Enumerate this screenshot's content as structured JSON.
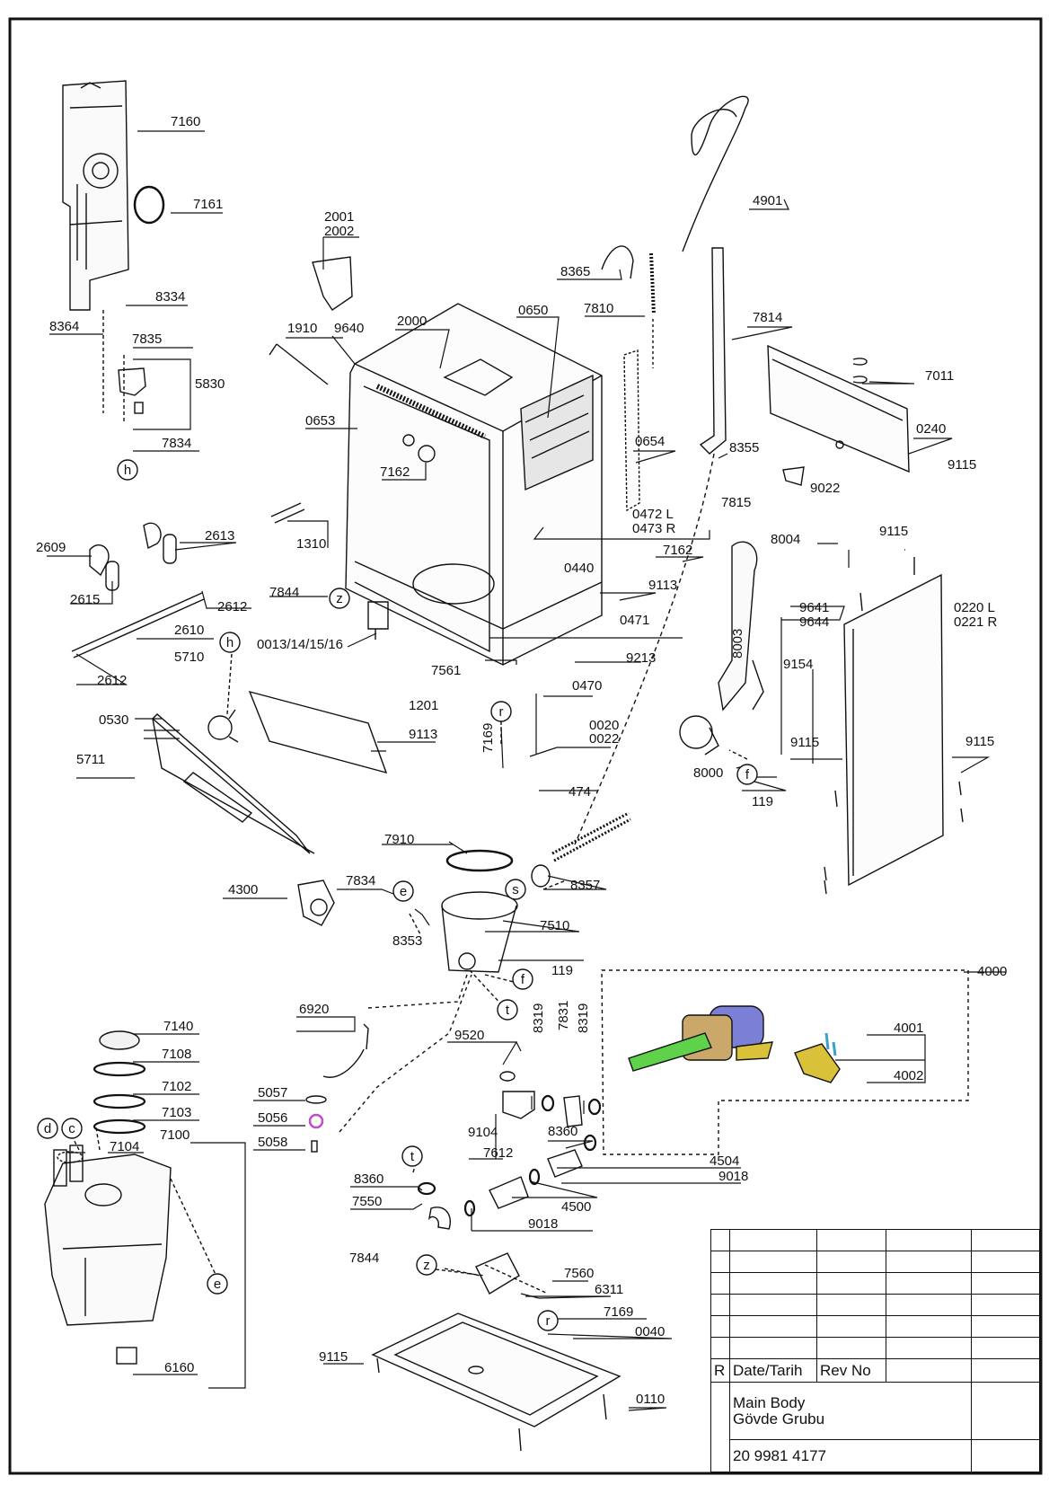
{
  "drawing": {
    "labels": [
      {
        "id": "7160",
        "t": "7160"
      },
      {
        "id": "7161",
        "t": "7161"
      },
      {
        "id": "8334",
        "t": "8334"
      },
      {
        "id": "8364",
        "t": "8364"
      },
      {
        "id": "7835",
        "t": "7835"
      },
      {
        "id": "5830",
        "t": "5830"
      },
      {
        "id": "7834a",
        "t": "7834"
      },
      {
        "id": "2001",
        "t": "2001"
      },
      {
        "id": "2002",
        "t": "2002"
      },
      {
        "id": "1910",
        "t": "1910"
      },
      {
        "id": "9640",
        "t": "9640"
      },
      {
        "id": "2000",
        "t": "2000"
      },
      {
        "id": "0650",
        "t": "0650"
      },
      {
        "id": "0653",
        "t": "0653"
      },
      {
        "id": "7162a",
        "t": "7162"
      },
      {
        "id": "0654",
        "t": "0654"
      },
      {
        "id": "8365",
        "t": "8365"
      },
      {
        "id": "7810",
        "t": "7810"
      },
      {
        "id": "4901",
        "t": "4901"
      },
      {
        "id": "7814",
        "t": "7814"
      },
      {
        "id": "7011",
        "t": "7011"
      },
      {
        "id": "0240",
        "t": "0240"
      },
      {
        "id": "8355",
        "t": "8355"
      },
      {
        "id": "9115a",
        "t": "9115"
      },
      {
        "id": "9022",
        "t": "9022"
      },
      {
        "id": "7815",
        "t": "7815"
      },
      {
        "id": "2609",
        "t": "2609"
      },
      {
        "id": "2613",
        "t": "2613"
      },
      {
        "id": "2615",
        "t": "2615"
      },
      {
        "id": "2612a",
        "t": "2612"
      },
      {
        "id": "2610",
        "t": "2610"
      },
      {
        "id": "2612b",
        "t": "2612"
      },
      {
        "id": "1310",
        "t": "1310"
      },
      {
        "id": "7844a",
        "t": "7844"
      },
      {
        "id": "0472",
        "t": "0472 L"
      },
      {
        "id": "0473",
        "t": "0473 R"
      },
      {
        "id": "7162b",
        "t": "7162"
      },
      {
        "id": "0440",
        "t": "0440"
      },
      {
        "id": "9113a",
        "t": "9113"
      },
      {
        "id": "8004",
        "t": "8004"
      },
      {
        "id": "9115b",
        "t": "9115"
      },
      {
        "id": "9641",
        "t": "9641"
      },
      {
        "id": "9644",
        "t": "9644"
      },
      {
        "id": "0220",
        "t": "0220 L"
      },
      {
        "id": "0221",
        "t": "0221 R"
      },
      {
        "id": "0013",
        "t": "0013/14/15/16"
      },
      {
        "id": "0471",
        "t": "0471"
      },
      {
        "id": "8003",
        "t": "8003"
      },
      {
        "id": "9154",
        "t": "9154"
      },
      {
        "id": "5710",
        "t": "5710"
      },
      {
        "id": "7561",
        "t": "7561"
      },
      {
        "id": "9213",
        "t": "9213"
      },
      {
        "id": "0470",
        "t": "0470"
      },
      {
        "id": "1201",
        "t": "1201"
      },
      {
        "id": "0530",
        "t": "0530"
      },
      {
        "id": "9113b",
        "t": "9113"
      },
      {
        "id": "7169a",
        "t": "7169"
      },
      {
        "id": "0020",
        "t": "0020"
      },
      {
        "id": "0022",
        "t": "0022"
      },
      {
        "id": "9115c",
        "t": "9115"
      },
      {
        "id": "9115d",
        "t": "9115"
      },
      {
        "id": "5711",
        "t": "5711"
      },
      {
        "id": "8000",
        "t": "8000"
      },
      {
        "id": "474",
        "t": "474"
      },
      {
        "id": "119a",
        "t": "119"
      },
      {
        "id": "7910",
        "t": "7910"
      },
      {
        "id": "7834b",
        "t": "7834"
      },
      {
        "id": "4300",
        "t": "4300"
      },
      {
        "id": "8357",
        "t": "8357"
      },
      {
        "id": "8353",
        "t": "8353"
      },
      {
        "id": "7510",
        "t": "7510"
      },
      {
        "id": "119b",
        "t": "119"
      },
      {
        "id": "4000",
        "t": "4000"
      },
      {
        "id": "6920",
        "t": "6920"
      },
      {
        "id": "7140",
        "t": "7140"
      },
      {
        "id": "9520",
        "t": "9520"
      },
      {
        "id": "8319a",
        "t": "8319"
      },
      {
        "id": "7831",
        "t": "7831"
      },
      {
        "id": "8319b",
        "t": "8319"
      },
      {
        "id": "4001",
        "t": "4001"
      },
      {
        "id": "7108",
        "t": "7108"
      },
      {
        "id": "4002",
        "t": "4002"
      },
      {
        "id": "7102",
        "t": "7102"
      },
      {
        "id": "5057",
        "t": "5057"
      },
      {
        "id": "7103",
        "t": "7103"
      },
      {
        "id": "5056",
        "t": "5056"
      },
      {
        "id": "9104",
        "t": "9104"
      },
      {
        "id": "7100",
        "t": "7100"
      },
      {
        "id": "8360a",
        "t": "8360"
      },
      {
        "id": "5058",
        "t": "5058"
      },
      {
        "id": "7104",
        "t": "7104"
      },
      {
        "id": "7612",
        "t": "7612"
      },
      {
        "id": "4504",
        "t": "4504"
      },
      {
        "id": "8360b",
        "t": "8360"
      },
      {
        "id": "9018a",
        "t": "9018"
      },
      {
        "id": "7550",
        "t": "7550"
      },
      {
        "id": "4500",
        "t": "4500"
      },
      {
        "id": "9018b",
        "t": "9018"
      },
      {
        "id": "7844b",
        "t": "7844"
      },
      {
        "id": "7560",
        "t": "7560"
      },
      {
        "id": "6311",
        "t": "6311"
      },
      {
        "id": "7169b",
        "t": "7169"
      },
      {
        "id": "0040",
        "t": "0040"
      },
      {
        "id": "9115e",
        "t": "9115"
      },
      {
        "id": "6160",
        "t": "6160"
      },
      {
        "id": "0110",
        "t": "0110"
      }
    ],
    "connectors": [
      {
        "id": "h1",
        "t": "h"
      },
      {
        "id": "z1",
        "t": "z"
      },
      {
        "id": "h2",
        "t": "h"
      },
      {
        "id": "r1",
        "t": "r"
      },
      {
        "id": "f1",
        "t": "f"
      },
      {
        "id": "e1",
        "t": "e"
      },
      {
        "id": "s1",
        "t": "s"
      },
      {
        "id": "f2",
        "t": "f"
      },
      {
        "id": "t1",
        "t": "t"
      },
      {
        "id": "d1",
        "t": "d"
      },
      {
        "id": "c1",
        "t": "c"
      },
      {
        "id": "e2",
        "t": "e"
      },
      {
        "id": "t2",
        "t": "t"
      },
      {
        "id": "z2",
        "t": "z"
      },
      {
        "id": "r2",
        "t": "r"
      }
    ]
  },
  "title_block": {
    "rev_col": "R",
    "date_label": "Date/Tarih",
    "rev_label": "Rev No",
    "title_en": "Main Body",
    "title_tr": "Gövde Grubu",
    "drawing_number": "20 9981 4177"
  },
  "colors": {
    "line": "#111111",
    "motor_body": "#7b7fd6",
    "motor_shaft": "#5fd14a",
    "heater_gold": "#d9c23a",
    "dispenser_part": "#b64fc0",
    "sensor_pin": "#3aa0c8"
  }
}
